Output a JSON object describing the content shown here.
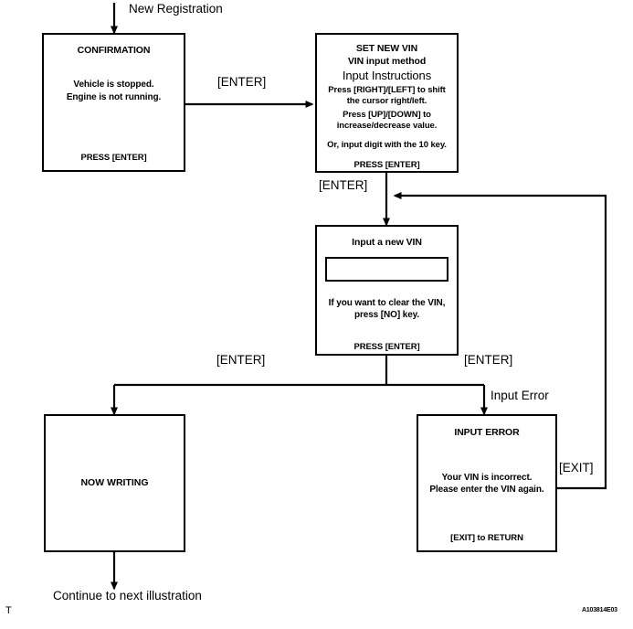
{
  "diagram": {
    "entry_label": "New Registration",
    "exit_label": "Continue to next illustration",
    "reference_code": "A103814E03",
    "corner_mark": "T"
  },
  "boxes": {
    "confirmation": {
      "title": "CONFIRMATION",
      "line1": "Vehicle is stopped.",
      "line2": "Engine is not running.",
      "footer": "PRESS [ENTER]"
    },
    "set_new_vin": {
      "title": "SET NEW VIN",
      "subtitle": "VIN input method",
      "heading": "Input Instructions",
      "instr1a": "Press [RIGHT]/[LEFT] to shift",
      "instr1b": "the cursor right/left.",
      "instr2a": "Press [UP]/[DOWN]  to",
      "instr2b": "increase/decrease value.",
      "instr3": "Or, input digit with the 10 key.",
      "footer": "PRESS [ENTER]"
    },
    "input_new_vin": {
      "title": "Input a new VIN",
      "field_value": "",
      "hint1": "If you want to clear the VIN,",
      "hint2": "press [NO] key.",
      "footer": "PRESS [ENTER]"
    },
    "now_writing": {
      "label": "NOW WRITING"
    },
    "input_error": {
      "title": "INPUT  ERROR",
      "line1": "Your VIN is incorrect.",
      "line2": "Please enter the VIN again.",
      "footer": "[EXIT] to RETURN"
    }
  },
  "edges": {
    "confirm_to_setvin": "[ENTER]",
    "setvin_to_inputvin": "[ENTER]",
    "inputvin_to_writing": "[ENTER]",
    "inputvin_to_error": "[ENTER]",
    "error_branch": "Input Error",
    "error_return": "[EXIT]"
  },
  "colors": {
    "stroke": "#000000",
    "background": "#ffffff"
  }
}
